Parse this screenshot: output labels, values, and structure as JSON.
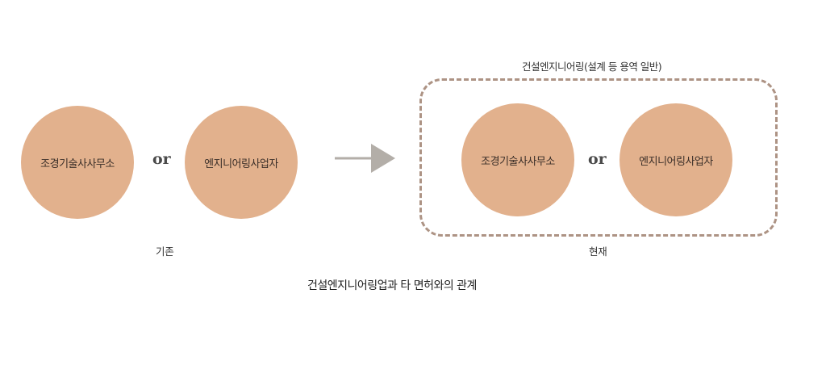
{
  "colors": {
    "circle_fill": "#e2b18d",
    "dashed_border": "#ad9384",
    "arrow": "#b3aea8"
  },
  "before": {
    "left_circle": "조경기술사사무소",
    "or_label": "or",
    "right_circle": "엔지니어링사업자",
    "caption": "기존"
  },
  "arrow": {
    "icon": "right-arrow-icon"
  },
  "after": {
    "group_title": "건설엔지니어링(설계 등 용역 일반)",
    "left_circle": "조경기술사사무소",
    "or_label": "or",
    "right_circle": "엔지니어링사업자",
    "caption": "현재"
  },
  "diagram_title": "건설엔지니어링업과 타 면허와의 관계"
}
